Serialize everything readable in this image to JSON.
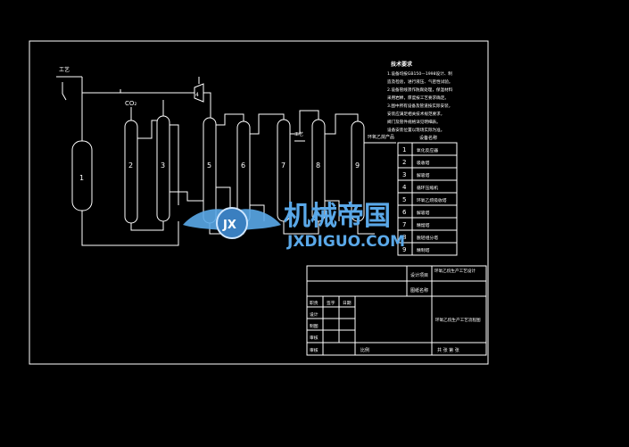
{
  "colors": {
    "background": "#000000",
    "lines": "#ffffff",
    "watermark": "#5aa8e8"
  },
  "process": {
    "feed_label": "工艺",
    "co2_label": "CO₂",
    "product_label": "环氧乙烷产品",
    "column_tag_label": "工艺",
    "vessels": [
      "1",
      "2",
      "3",
      "4",
      "5",
      "6",
      "7",
      "8",
      "9"
    ]
  },
  "notes": {
    "title": "技术要求",
    "lines": [
      "1.设备均按GB150—1998设计、制",
      "造及检验，进行液压、气密性试验。",
      "2.设备管线须作防腐处理，保温材料",
      "采用岩棉，厚度按工艺要求确定。",
      "3.图中所有设备及管道按实际安装，",
      "安装应满足相关技术规范要求，",
      "阀门及管件规格详见明细表。",
      "设备安装位置以现场实际为准。"
    ]
  },
  "legend": {
    "header": "设备名称",
    "rows": [
      {
        "no": "1",
        "name": "氧化反应器"
      },
      {
        "no": "2",
        "name": "吸收塔"
      },
      {
        "no": "3",
        "name": "解吸塔"
      },
      {
        "no": "4",
        "name": "循环压缩机"
      },
      {
        "no": "5",
        "name": "环氧乙烷吸收塔"
      },
      {
        "no": "6",
        "name": "解吸塔"
      },
      {
        "no": "7",
        "name": "精馏塔"
      },
      {
        "no": "8",
        "name": "脱轻组分塔"
      },
      {
        "no": "9",
        "name": "精制塔"
      }
    ]
  },
  "title_block": {
    "design_item_label": "设计项目",
    "design_item_value": "环氧乙烷生产工艺设计",
    "drawing_name_label": "图纸名称",
    "row_labels": [
      "设计",
      "制图",
      "审核",
      "审核"
    ],
    "col_labels": [
      "职责",
      "签字",
      "日期"
    ],
    "drawing_title": "环氧乙烷生产工艺流程图",
    "scale_label": "比例",
    "sheet_label": "共 张 第 张"
  },
  "watermark": {
    "text_cn": "机械帝国",
    "text_en": "JXDIGUO.COM",
    "emblem": "JX"
  }
}
